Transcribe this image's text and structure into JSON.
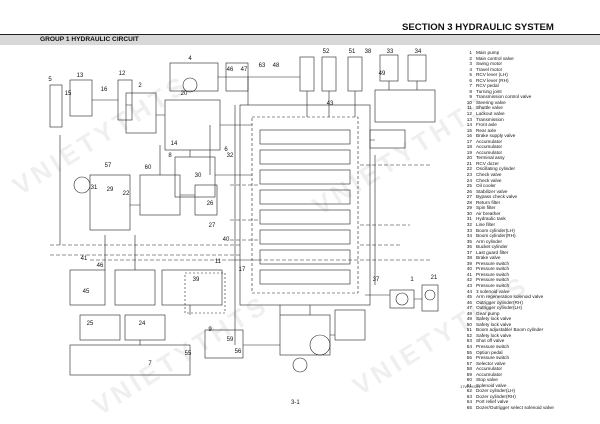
{
  "header": {
    "section_title": "SECTION 3 HYDRAULIC SYSTEM",
    "group_title": "GROUP 1 HYDRAULIC CIRCUIT"
  },
  "diagram": {
    "callouts": [
      "52",
      "51",
      "38",
      "33",
      "34",
      "46",
      "47",
      "63",
      "48",
      "8",
      "4",
      "43",
      "49",
      "13",
      "2",
      "12",
      "5",
      "16",
      "15",
      "14",
      "20",
      "6",
      "57",
      "60",
      "30",
      "32",
      "31",
      "29",
      "22",
      "26",
      "27",
      "40",
      "41",
      "45",
      "46",
      "37",
      "1",
      "21",
      "39",
      "59",
      "56",
      "55",
      "25",
      "24",
      "11",
      "17",
      "9",
      "7"
    ]
  },
  "legend": [
    {
      "n": "1",
      "t": "Main pump"
    },
    {
      "n": "2",
      "t": "Main control valve"
    },
    {
      "n": "3",
      "t": "Swing motor"
    },
    {
      "n": "4",
      "t": "Travel motor"
    },
    {
      "n": "5",
      "t": "RCV lever (LH)"
    },
    {
      "n": "6",
      "t": "RCV lever (RH)"
    },
    {
      "n": "7",
      "t": "RCV pedal"
    },
    {
      "n": "8",
      "t": "Turning joint"
    },
    {
      "n": "9",
      "t": "Transmission control valve"
    },
    {
      "n": "10",
      "t": "Steering valve"
    },
    {
      "n": "11",
      "t": "Shuttle valve"
    },
    {
      "n": "12",
      "t": "Lockout valve"
    },
    {
      "n": "13",
      "t": "Transmission"
    },
    {
      "n": "14",
      "t": "Front axle"
    },
    {
      "n": "15",
      "t": "Rear axle"
    },
    {
      "n": "16",
      "t": "Brake supply valve"
    },
    {
      "n": "17",
      "t": "Accumulator"
    },
    {
      "n": "18",
      "t": "Accumulator"
    },
    {
      "n": "19",
      "t": "Accumulator"
    },
    {
      "n": "20",
      "t": "Terminal assy"
    },
    {
      "n": "21",
      "t": "RCV dozer"
    },
    {
      "n": "22",
      "t": "Oscillating cylinder"
    },
    {
      "n": "23",
      "t": "Check valve"
    },
    {
      "n": "24",
      "t": "Check valve"
    },
    {
      "n": "25",
      "t": "Oil cooler"
    },
    {
      "n": "26",
      "t": "Stabilizer valve"
    },
    {
      "n": "27",
      "t": "Bypass check valve"
    },
    {
      "n": "28",
      "t": "Return filter"
    },
    {
      "n": "29",
      "t": "Spin filter"
    },
    {
      "n": "30",
      "t": "Air breather"
    },
    {
      "n": "31",
      "t": "Hydraulic tank"
    },
    {
      "n": "32",
      "t": "Line filter"
    },
    {
      "n": "33",
      "t": "Boom cylinder(LH)"
    },
    {
      "n": "34",
      "t": "Boom cylinder(RH)"
    },
    {
      "n": "35",
      "t": "Arm cylinder"
    },
    {
      "n": "36",
      "t": "Bucket cylinder"
    },
    {
      "n": "37",
      "t": "Last guard filter"
    },
    {
      "n": "38",
      "t": "Brake valve"
    },
    {
      "n": "39",
      "t": "Pressure switch"
    },
    {
      "n": "40",
      "t": "Pressure switch"
    },
    {
      "n": "41",
      "t": "Pressure switch"
    },
    {
      "n": "42",
      "t": "Pressure switch"
    },
    {
      "n": "43",
      "t": "Pressure switch"
    },
    {
      "n": "44",
      "t": "3 solenoid valve"
    },
    {
      "n": "45",
      "t": "Arm regeneration solenoid valve"
    },
    {
      "n": "46",
      "t": "Outrigger cylinder(RH)"
    },
    {
      "n": "47",
      "t": "Outrigger cylinder(LH)"
    },
    {
      "n": "48",
      "t": "Gear pump"
    },
    {
      "n": "49",
      "t": "Safety lock valve"
    },
    {
      "n": "50",
      "t": "Safety lock valve"
    },
    {
      "n": "51",
      "t": "Boom adjustable/ Boom cylinder"
    },
    {
      "n": "52",
      "t": "Safety lock valve"
    },
    {
      "n": "53",
      "t": "Shut off valve"
    },
    {
      "n": "54",
      "t": "Pressure switch"
    },
    {
      "n": "55",
      "t": "Option pedal"
    },
    {
      "n": "56",
      "t": "Pressure switch"
    },
    {
      "n": "57",
      "t": "Selector valve"
    },
    {
      "n": "58",
      "t": "Accumulator"
    },
    {
      "n": "59",
      "t": "Accumulator"
    },
    {
      "n": "60",
      "t": "Stop valve"
    },
    {
      "n": "61",
      "t": "Solenoid valve"
    },
    {
      "n": "62",
      "t": "Dozer cylinder(LH)"
    },
    {
      "n": "63",
      "t": "Dozer cylinder(RH)"
    },
    {
      "n": "64",
      "t": "Port relief valve"
    },
    {
      "n": "65",
      "t": "Dozer/Outrigger select solenoid valve"
    }
  ],
  "footer": {
    "drawing_code": "17W9HS01",
    "page_number": "3-1"
  },
  "watermark": "VNIETYTHTS"
}
